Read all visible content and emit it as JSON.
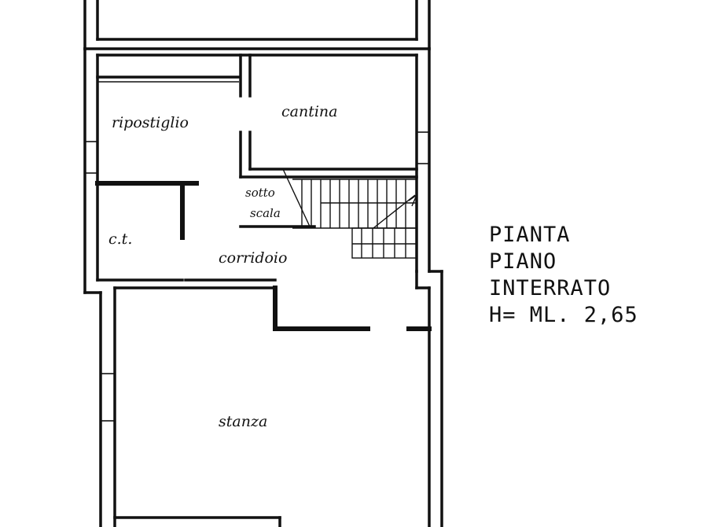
{
  "rooms": {
    "ripostiglio": "ripostiglio",
    "cantina": "cantina",
    "sottoscala_1": "sotto",
    "sottoscala_2": "scala",
    "ct": "c.t.",
    "corridoio": "corridoio",
    "stanza": "stanza"
  },
  "title": {
    "line1": "PIANTA",
    "line2": "PIANO",
    "line3": "INTERRATO",
    "line4": "H= ML. 2,65"
  }
}
